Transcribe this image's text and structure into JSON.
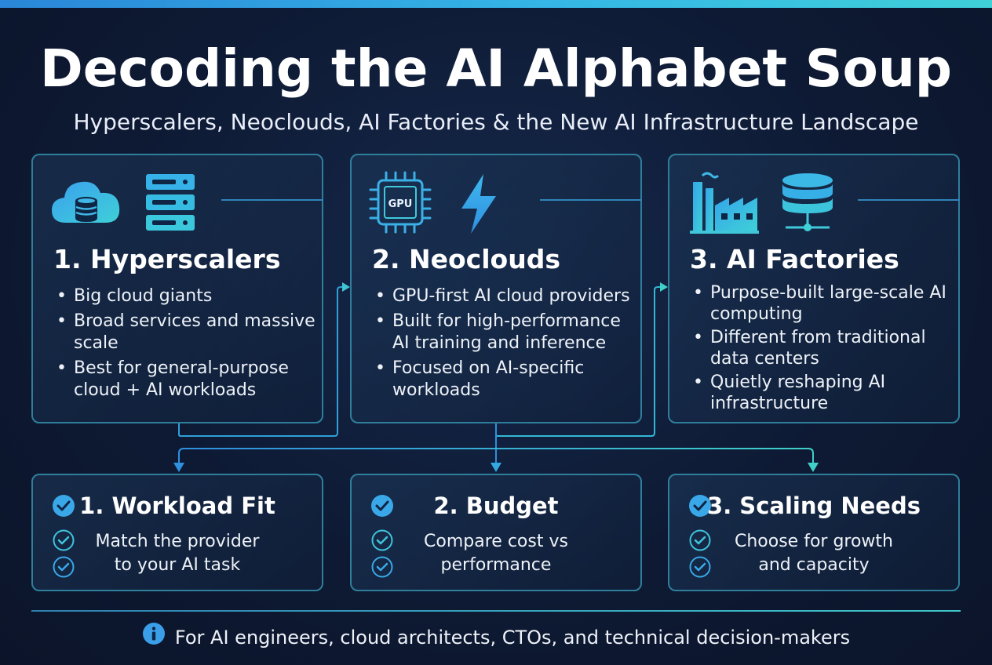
{
  "title": "Decoding the AI Alphabet Soup",
  "subtitle": "Hyperscalers, Neoclouds, AI Factories & the New AI Infrastructure Landscape",
  "categories": [
    {
      "title": "1. Hyperscalers",
      "icons": [
        "cloud-database-icon",
        "server-rack-icon"
      ],
      "bullets": [
        "Big cloud giants",
        "Broad services and massive scale",
        "Best for general-purpose cloud + AI workloads"
      ]
    },
    {
      "title": "2. Neoclouds",
      "icons": [
        "gpu-chip-icon",
        "lightning-bolt-icon"
      ],
      "gpu_label": "GPU",
      "bullets": [
        "GPU-first AI cloud providers",
        "Built for high-performance AI training and inference",
        "Focused on AI-specific workloads"
      ]
    },
    {
      "title": "3. AI Factories",
      "icons": [
        "factory-icon",
        "network-database-icon"
      ],
      "bullets": [
        "Purpose-built large-scale AI computing",
        "Different from traditional data centers",
        "Quietly reshaping AI infrastructure"
      ]
    }
  ],
  "criteria": [
    {
      "title": "1. Workload Fit",
      "lines": [
        "Match the provider",
        "to your AI task"
      ]
    },
    {
      "title": "2. Budget",
      "lines": [
        "Compare cost vs",
        "performance"
      ]
    },
    {
      "title": "3. Scaling Needs",
      "lines": [
        "Choose for growth",
        "and capacity"
      ]
    }
  ],
  "footer": "For AI engineers, cloud architects, CTOs, and technical decision-makers",
  "colors": {
    "accent_teal": "#3fd0c8",
    "accent_blue": "#2f8fe0",
    "border": "#2f7f9c",
    "background": "#0e1a34"
  }
}
